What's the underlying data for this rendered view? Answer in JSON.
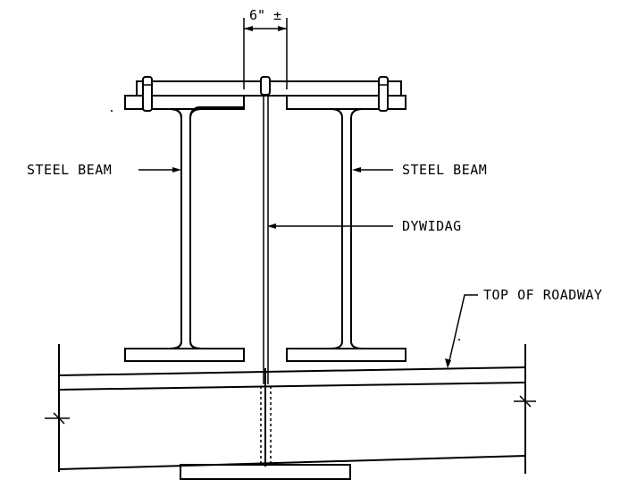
{
  "labels": {
    "dimension": "6\" ±",
    "left_beam": "STEEL BEAM",
    "right_beam": "STEEL BEAM",
    "rod": "DYWIDAG",
    "roadway": "TOP OF ROADWAY"
  },
  "colors": {
    "line": "#000000",
    "background": "#ffffff"
  }
}
